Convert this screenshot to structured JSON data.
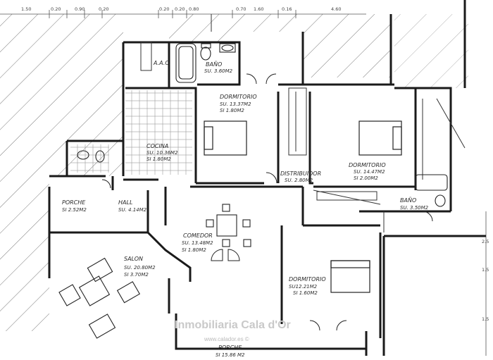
{
  "plan": {
    "top_dimensions": [
      "1.50",
      "0.20",
      "0.90",
      "0.20",
      "0.20",
      "0.20",
      "0.80",
      "0.70",
      "1.60",
      "0.16",
      "4.60"
    ],
    "right_dimensions": [
      "2.5",
      "1.5",
      "1.5"
    ],
    "rooms": [
      {
        "id": "aac",
        "name": "A.A.C.",
        "lines": []
      },
      {
        "id": "bano",
        "name": "BAÑO",
        "lines": [
          "SU. 3.60M2"
        ]
      },
      {
        "id": "dormitorio1",
        "name": "DORMITORIO",
        "lines": [
          "SU. 13.37M2",
          "SI  1.80M2"
        ]
      },
      {
        "id": "cocina",
        "name": "COCINA",
        "lines": [
          "SU. 10.36M2",
          "SI  1.80M2"
        ]
      },
      {
        "id": "distribuidor",
        "name": "DISTRIBUIDOR",
        "lines": [
          "SU. 2.80M2"
        ]
      },
      {
        "id": "dormitorio2",
        "name": "DORMITORIO",
        "lines": [
          "SU. 14.47M2",
          "SI  2.00M2"
        ]
      },
      {
        "id": "porche1",
        "name": "PORCHE",
        "lines": [
          "SI  2.52M2"
        ]
      },
      {
        "id": "hall",
        "name": "HALL",
        "lines": [
          "SU. 4.14M2"
        ]
      },
      {
        "id": "bano2",
        "name": "BAÑO",
        "lines": [
          "SU. 3.50M2"
        ]
      },
      {
        "id": "comedor",
        "name": "COMEDOR",
        "lines": [
          "SU. 13.48M2",
          "SI  1.80M2"
        ]
      },
      {
        "id": "salon",
        "name": "SALON",
        "lines": [
          "SU. 20.80M2",
          "SI  3.70M2"
        ]
      },
      {
        "id": "dormitorio3",
        "name": "DORMITORIO",
        "lines": [
          "SU12.21M2",
          "SI 1.60M2"
        ]
      },
      {
        "id": "porche2",
        "name": "PORCHE",
        "lines": [
          "SI 15.86 M2"
        ]
      }
    ]
  },
  "watermark": {
    "brand": "Inmobiliaria Cala d'Or",
    "site": "www.calador.es ©"
  }
}
